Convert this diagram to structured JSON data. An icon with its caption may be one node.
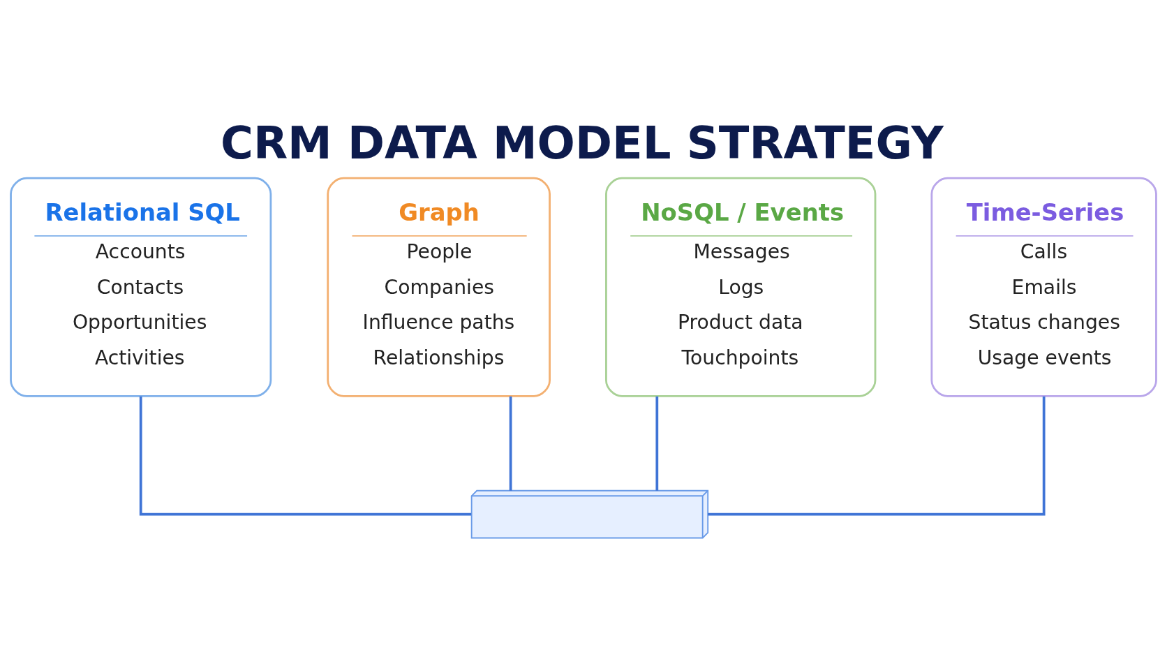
{
  "diagram": {
    "title": "CRM DATA MODEL STRATEGY",
    "nodes": [
      {
        "text": [
          "Relational SQL",
          "Accounts",
          "Contacts",
          "Opportunities",
          "Activities"
        ]
      },
      {
        "text": [
          "Graph",
          "People",
          "Companies",
          "Influence paths",
          "Relationships"
        ]
      },
      {
        "text": [
          "NoSQL / Events",
          "Messages",
          "Logs",
          "Product data",
          "Touchpoints"
        ]
      },
      {
        "text": [
          "Time-Series",
          "Calls",
          "Emails",
          "Status changes",
          "Usage events"
        ]
      },
      {
        "text": [],
        "shape": "box"
      }
    ],
    "edges": [
      {
        "from": 0,
        "to": 4,
        "arrow": "none"
      },
      {
        "from": 1,
        "to": 4,
        "arrow": "none"
      },
      {
        "from": 2,
        "to": 4,
        "arrow": "none"
      },
      {
        "from": 3,
        "to": 4,
        "arrow": "none"
      }
    ]
  }
}
